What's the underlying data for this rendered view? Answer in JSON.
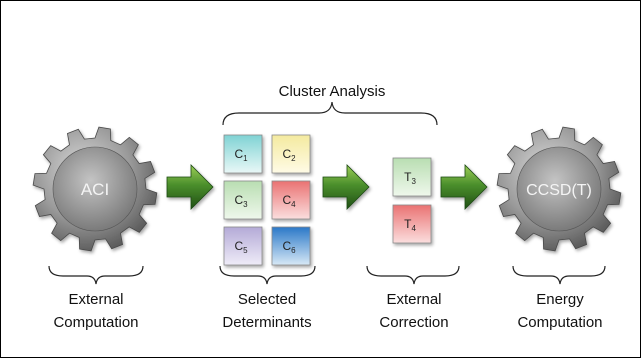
{
  "title": "Cluster Analysis",
  "gears": {
    "left_label": "ACI",
    "right_label": "CCSD(T)"
  },
  "clusters": [
    {
      "letter": "C",
      "sub": "1",
      "color_top": "#7fd3d4",
      "color_bot": "#e9f8f7"
    },
    {
      "letter": "C",
      "sub": "2",
      "color_top": "#f4ea9f",
      "color_bot": "#fffbe6"
    },
    {
      "letter": "C",
      "sub": "3",
      "color_top": "#b9deb2",
      "color_bot": "#eff8ec"
    },
    {
      "letter": "C",
      "sub": "4",
      "color_top": "#ea7272",
      "color_bot": "#fbdede"
    },
    {
      "letter": "C",
      "sub": "5",
      "color_top": "#b4aad7",
      "color_bot": "#efecf8"
    },
    {
      "letter": "C",
      "sub": "6",
      "color_top": "#2a78c8",
      "color_bot": "#d7e8f6"
    }
  ],
  "corrections": [
    {
      "letter": "T",
      "sub": "3",
      "color_top": "#b9deb2",
      "color_bot": "#eff8ec"
    },
    {
      "letter": "T",
      "sub": "4",
      "color_top": "#ea7272",
      "color_bot": "#fbdede"
    }
  ],
  "captions": {
    "c1_line1": "External",
    "c1_line2": "Computation",
    "c2_line1": "Selected",
    "c2_line2": "Determinants",
    "c3_line1": "External",
    "c3_line2": "Correction",
    "c4_line1": "Energy",
    "c4_line2": "Computation"
  },
  "colors": {
    "gear_light": "#c9c9c9",
    "gear_dark": "#5f5f5f",
    "arrow_light": "#8fc64a",
    "arrow_dark": "#2f6b1f"
  }
}
